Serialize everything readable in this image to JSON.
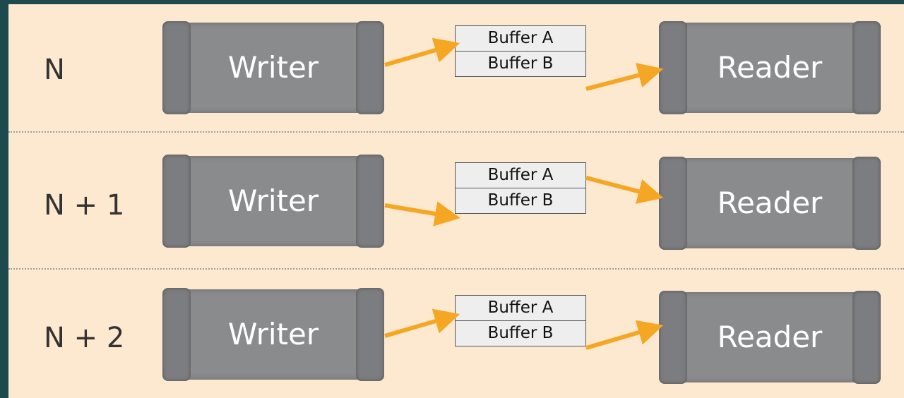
{
  "frames": [
    {
      "label": "N",
      "writer": "Writer",
      "reader": "Reader",
      "buffer_a": "Buffer A",
      "buffer_b": "Buffer B",
      "writer_target": "Buffer A",
      "reader_source": "Buffer B"
    },
    {
      "label": "N + 1",
      "writer": "Writer",
      "reader": "Reader",
      "buffer_a": "Buffer A",
      "buffer_b": "Buffer B",
      "writer_target": "Buffer B",
      "reader_source": "Buffer A"
    },
    {
      "label": "N + 2",
      "writer": "Writer",
      "reader": "Reader",
      "buffer_a": "Buffer A",
      "buffer_b": "Buffer B",
      "writer_target": "Buffer A",
      "reader_source": "Buffer B"
    }
  ],
  "colors": {
    "background": "#fde8d0",
    "frame_border": "#1c4a4e",
    "arrow": "#f5a623",
    "scroll": "#8a8b8d",
    "buffer_fill": "#eeeeee"
  }
}
